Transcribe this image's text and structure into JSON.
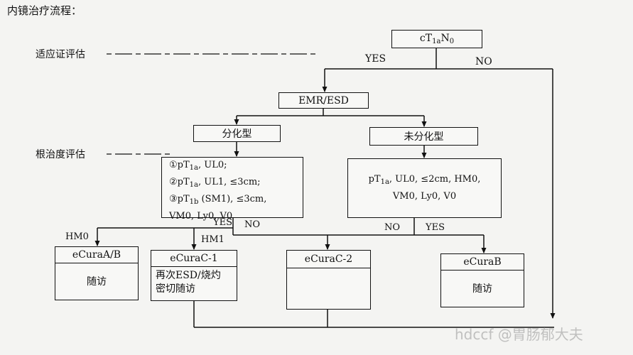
{
  "title": "内镜治疗流程：",
  "stage_labels": {
    "indication": "适应证评估",
    "curability": "根治度评估"
  },
  "nodes": {
    "start": {
      "main": "cT",
      "sub1": "1a",
      "mid": "N",
      "sub2": "0"
    },
    "emr_esd": "EMR/ESD",
    "differentiated": "分化型",
    "undifferentiated": "未分化型",
    "diff_criteria": {
      "l1": {
        "a": "①pT",
        "sub": "1a",
        "b": ", UL0;"
      },
      "l2": {
        "a": "②pT",
        "sub": "1a",
        "b": ", UL1, ≤3cm;"
      },
      "l3": {
        "a": "③pT",
        "sub": "1b",
        "b": " (SM1), ≤3cm,"
      },
      "l4": "VM0, Ly0, V0"
    },
    "undiff_criteria": {
      "l1": {
        "a": "pT",
        "sub": "1a",
        "b": ", UL0, ≤2cm, HM0,"
      },
      "l2": "VM0, Ly0, V0"
    },
    "ecura_ab": {
      "title": "eCuraA/B",
      "body": "随访"
    },
    "ecura_c1": {
      "title": "eCuraC-1",
      "body1": "再次ESD/烧灼",
      "body2": "密切随访"
    },
    "ecura_c2": {
      "title": "eCuraC-2",
      "body": ""
    },
    "ecura_b": {
      "title": "eCuraB",
      "body": "随访"
    }
  },
  "edge_labels": {
    "yes_top": "YES",
    "no_top": "NO",
    "yes_left": "YES",
    "no_left": "NO",
    "no_right": "NO",
    "yes_right": "YES",
    "hm0": "HM0",
    "hm1": "HM1"
  },
  "watermark": "hdccf @胃肠郁大夫"
}
